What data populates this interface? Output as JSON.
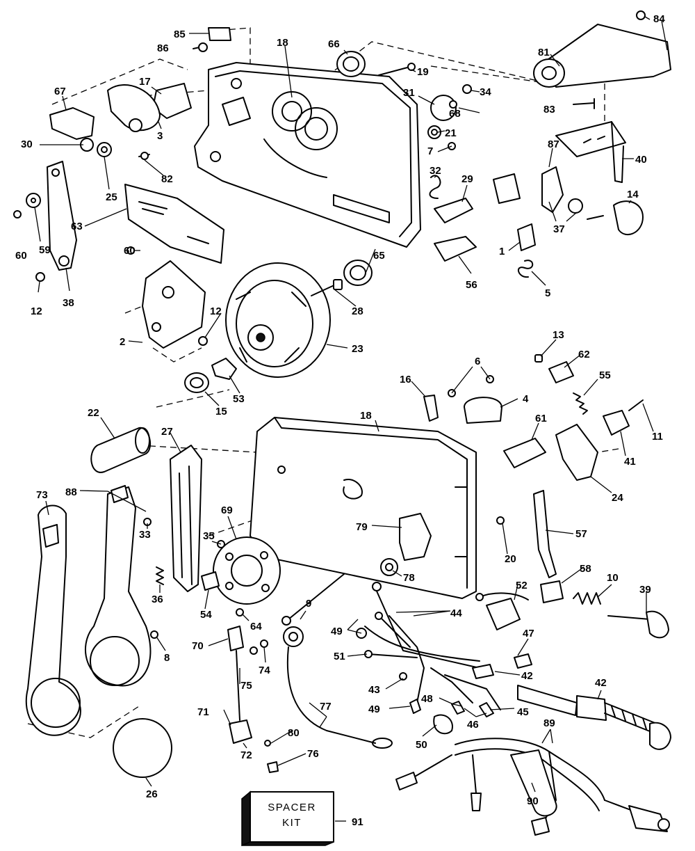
{
  "labels": {
    "p85": "85",
    "p86": "86",
    "p18a": "18",
    "p66": "66",
    "p19": "19",
    "p81": "81",
    "p84": "84",
    "p67": "67",
    "p17": "17",
    "p31": "31",
    "p34": "34",
    "p68": "68",
    "p83": "83",
    "p30": "30",
    "p3": "3",
    "p25": "25",
    "p82": "82",
    "p21": "21",
    "p7": "7",
    "p87": "87",
    "p40": "40",
    "p32": "32",
    "p29": "29",
    "p14": "14",
    "p60a": "60",
    "p59": "59",
    "p63": "63",
    "p60b": "60",
    "p1": "1",
    "p37": "37",
    "p12a": "12",
    "p38": "38",
    "p56": "56",
    "p5": "5",
    "p12b": "12",
    "p28": "28",
    "p65": "65",
    "p2": "2",
    "p23": "23",
    "p13": "13",
    "p62": "62",
    "p55": "55",
    "p6": "6",
    "p16": "16",
    "p4": "4",
    "p53": "53",
    "p15": "15",
    "p11": "11",
    "p41": "41",
    "p22": "22",
    "p27": "27",
    "p18b": "18",
    "p61": "61",
    "p24": "24",
    "p73": "73",
    "p88": "88",
    "p69": "69",
    "p79": "79",
    "p57": "57",
    "p20": "20",
    "p33": "33",
    "p35": "35",
    "p36": "36",
    "p78": "78",
    "p58": "58",
    "p10": "10",
    "p39": "39",
    "p54": "54",
    "p64": "64",
    "p52": "52",
    "p44": "44",
    "p49a": "49",
    "p9": "9",
    "p8": "8",
    "p70": "70",
    "p74": "74",
    "p75": "75",
    "p51": "51",
    "p47": "47",
    "p42a": "42",
    "p43": "43",
    "p42b": "42",
    "p48": "48",
    "p49b": "49",
    "p45": "45",
    "p46": "46",
    "p77": "77",
    "p71": "71",
    "p50": "50",
    "p72": "72",
    "p80": "80",
    "p76": "76",
    "p89": "89",
    "p26": "26",
    "p90": "90",
    "p91": "91"
  },
  "spacer_kit": {
    "line1": "SPACER",
    "line2": "KIT"
  }
}
